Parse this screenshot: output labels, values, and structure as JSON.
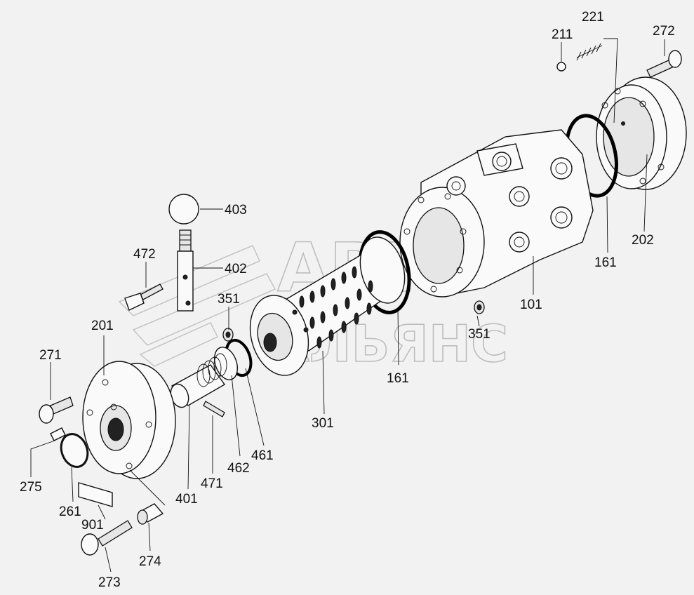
{
  "watermark": {
    "line1": "АВТО",
    "line2": "АЛЬЯНС"
  },
  "labels": {
    "p101": "101",
    "p161a": "161",
    "p161b": "161",
    "p201": "201",
    "p202": "202",
    "p211": "211",
    "p221": "221",
    "p261": "261",
    "p271": "271",
    "p272": "272",
    "p273": "273",
    "p274": "274",
    "p275": "275",
    "p301": "301",
    "p351a": "351",
    "p351b": "351",
    "p401": "401",
    "p402": "402",
    "p403": "403",
    "p461": "461",
    "p462": "462",
    "p471": "471",
    "p472": "472",
    "p901": "901"
  }
}
